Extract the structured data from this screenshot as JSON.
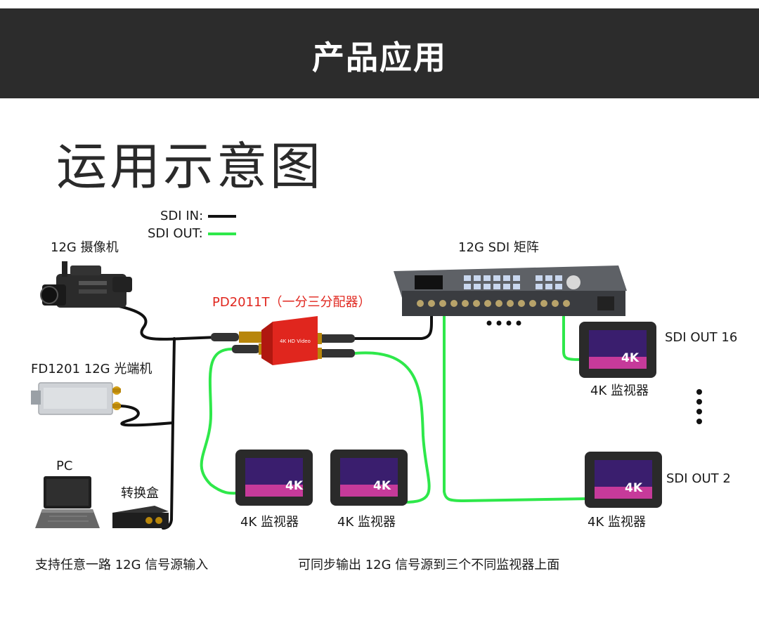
{
  "header": {
    "title": "产品应用"
  },
  "section": {
    "title": "运用示意图"
  },
  "legend": {
    "in_label": "SDI IN:",
    "out_label": "SDI OUT:",
    "in_color": "#111111",
    "out_color": "#2ee84a"
  },
  "devices": {
    "camera": "12G 摄像机",
    "fiber": "FD1201 12G 光端机",
    "pc": "PC",
    "converter": "转换盒",
    "splitter": "PD2011T（一分三分配器）",
    "matrix": "12G SDI 矩阵",
    "monitor_a": "4K 监视器",
    "monitor_b": "4K 监视器",
    "monitor_out2": "4K 监视器",
    "monitor_out16": "4K 监视器",
    "out16": "SDI OUT 16",
    "out2": "SDI OUT 2",
    "monitor_badge": "4K",
    "splitter_face": "4K HD Video"
  },
  "captions": {
    "left": "支持任意一路 12G 信号源输入",
    "right": "可同步输出 12G 信号源到三个不同监视器上面"
  },
  "colors": {
    "banner": "#2c2c2c",
    "splitter_red": "#e0261e",
    "cable_in": "#111111",
    "cable_out": "#2ee84a"
  }
}
